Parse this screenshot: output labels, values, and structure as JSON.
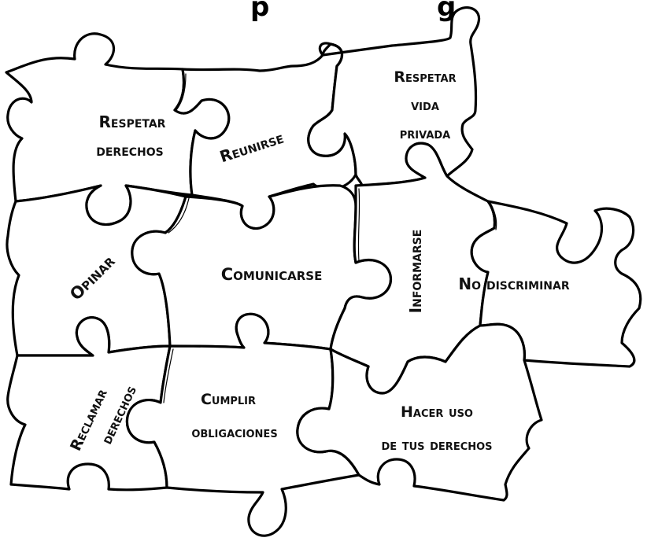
{
  "title_fragment": {
    "left": "p",
    "right": "g"
  },
  "pieces": [
    {
      "id": "respetar-derechos",
      "lines": [
        "Respetar",
        "derechos"
      ]
    },
    {
      "id": "reunirse",
      "lines": [
        "Reunirse"
      ]
    },
    {
      "id": "respetar-vida-privada",
      "lines": [
        "Respetar",
        "vida",
        "privada"
      ]
    },
    {
      "id": "opinar",
      "lines": [
        "Opinar"
      ]
    },
    {
      "id": "comunicarse",
      "lines": [
        "Comunicarse"
      ]
    },
    {
      "id": "informarse",
      "lines": [
        "Informarse"
      ]
    },
    {
      "id": "no-discriminar",
      "lines": [
        "No discriminar"
      ]
    },
    {
      "id": "reclamar-derechos",
      "lines": [
        "Reclamar",
        "derechos"
      ]
    },
    {
      "id": "cumplir-obligaciones",
      "lines": [
        "Cumplir",
        "obligaciones"
      ]
    },
    {
      "id": "hacer-uso",
      "lines": [
        "Hacer uso",
        "de tus derechos"
      ]
    }
  ],
  "colors": {
    "stroke": "#000000",
    "background": "#ffffff"
  }
}
